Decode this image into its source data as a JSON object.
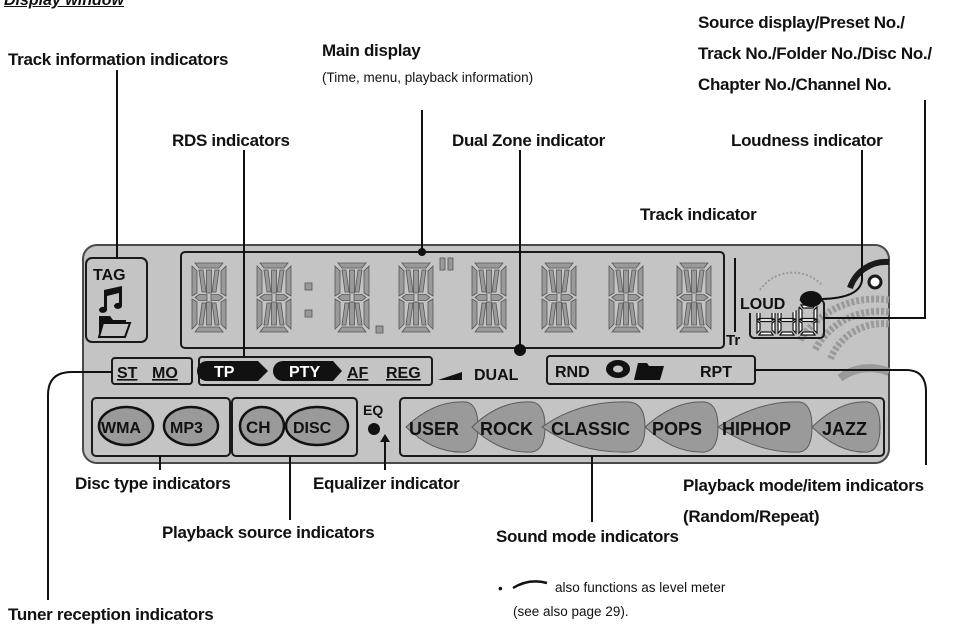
{
  "section_title": "Display window",
  "callouts": {
    "track_info": "Track information indicators",
    "main_display": "Main display",
    "main_display_sub": "(Time, menu, playback information)",
    "source_display_1": "Source display/Preset No./",
    "source_display_2": "Track No./Folder No./Disc No./",
    "source_display_3": "Chapter No./Channel No.",
    "rds": "RDS indicators",
    "dual_zone": "Dual Zone indicator",
    "loudness": "Loudness indicator",
    "track_indicator": "Track indicator",
    "disc_type": "Disc type indicators",
    "equalizer": "Equalizer indicator",
    "playback_mode_1": "Playback mode/item indicators",
    "playback_mode_2": "(Random/Repeat)",
    "playback_source": "Playback source indicators",
    "sound_mode": "Sound mode indicators",
    "sound_mode_note_1": "also functions as level meter",
    "sound_mode_note_2": "(see also page 29).",
    "tuner_reception": "Tuner reception indicators"
  },
  "lcd": {
    "tag": "TAG",
    "st": "ST",
    "mo": "MO",
    "tp": "TP",
    "pty": "PTY",
    "af": "AF",
    "reg": "REG",
    "dual": "DUAL",
    "rnd": "RND",
    "rpt": "RPT",
    "loud": "LOUD",
    "tr": "Tr",
    "eq": "EQ",
    "disc_types": [
      "WMA",
      "MP3"
    ],
    "sources": [
      "CH",
      "DISC"
    ],
    "sound_modes": [
      "USER",
      "ROCK",
      "CLASSIC",
      "POPS",
      "HIPHOP",
      "JAZZ"
    ]
  },
  "colors": {
    "lcd_background": "#c4c4c4",
    "lcd_segment": "#9a9a9a",
    "indicator_text": "#111111",
    "frame": "#1a1a1a"
  }
}
